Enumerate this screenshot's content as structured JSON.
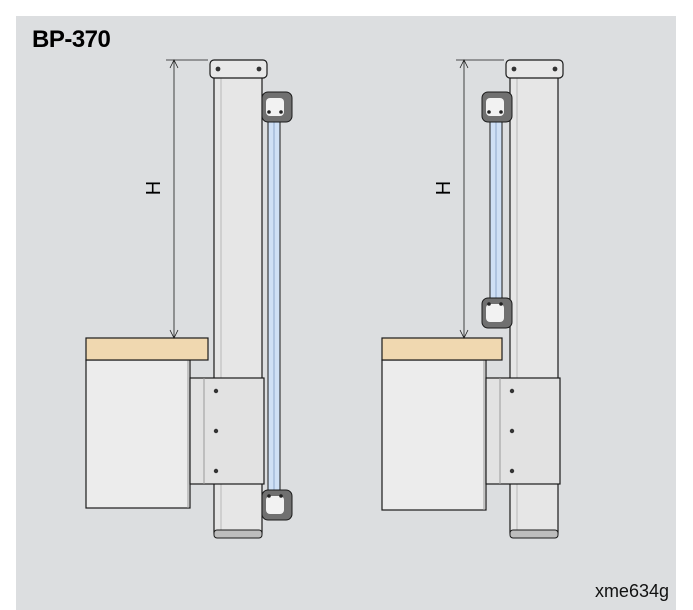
{
  "title": "BP-370",
  "drawing_code": "xme634g",
  "left_view": {
    "dimension_label": "H"
  },
  "right_view": {
    "dimension_label": "H"
  },
  "colors": {
    "panel_bg": "#dcdee0",
    "worktop": "#f0d8b0",
    "post": "#e6e6e6",
    "cabinet": "#ececec",
    "tube": "#cfe0f5",
    "outline": "#1a1a1a",
    "fixture": "#707070"
  }
}
